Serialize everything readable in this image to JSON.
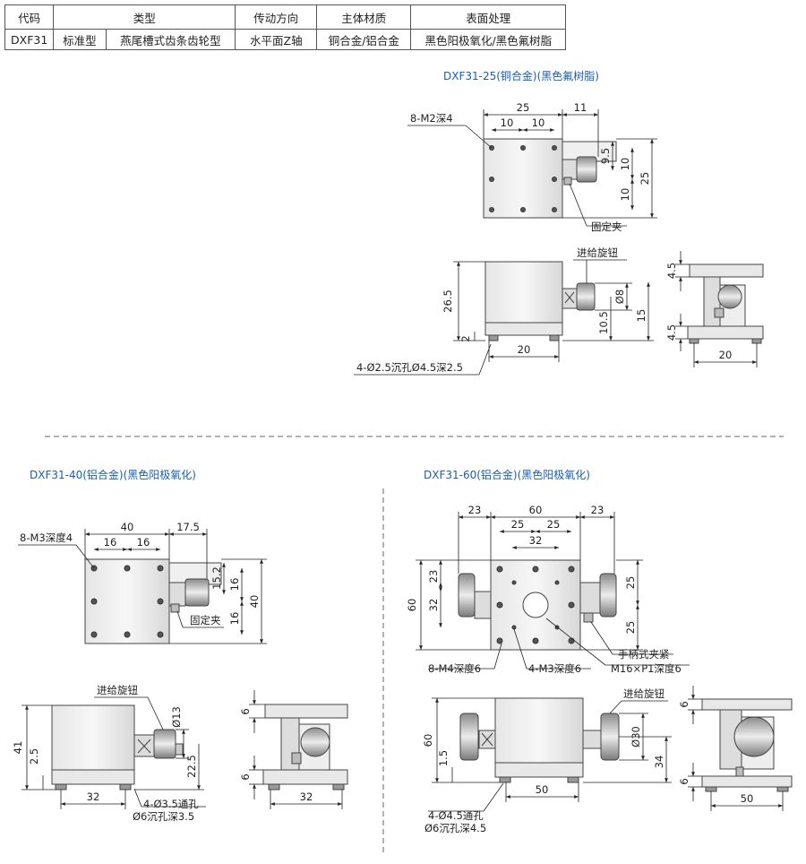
{
  "spec_table": {
    "headers": [
      "代码",
      "类型",
      "传动方向",
      "主体材质",
      "表面处理"
    ],
    "row": [
      "DXF31",
      "标准型",
      "燕尾槽式齿条齿轮型",
      "水平面Z轴",
      "铜合金/铝合金",
      "黑色阳极氧化/黑色氟树脂"
    ]
  },
  "titles": {
    "d25": "DXF31-25(铜合金)(黑色氟树脂)",
    "d40": "DXF31-40(铝合金)(黑色阳极氧化)",
    "d60": "DXF31-60(铝合金)(黑色阳极氧化)"
  },
  "d25": {
    "dims": [
      "25",
      "10",
      "10",
      "11",
      "9.5",
      "10",
      "10",
      "25",
      "26.5",
      "Ø8",
      "10.5",
      "15",
      "2",
      "20",
      "4.5",
      "4.5",
      "20"
    ],
    "callouts": [
      "8-M2深4",
      "固定夹",
      "进给旋钮",
      "4-Ø2.5沉孔Ø4.5深2.5"
    ]
  },
  "d40": {
    "dims": [
      "40",
      "16",
      "16",
      "17.5",
      "15.2",
      "16",
      "16",
      "40",
      "Ø13",
      "41",
      "2.5",
      "22.5",
      "32",
      "6",
      "6",
      "32"
    ],
    "callouts": [
      "8-M3深度4",
      "固定夹",
      "进给旋钮",
      "4-Ø3.5通孔",
      "Ø6沉孔深3.5"
    ]
  },
  "d60": {
    "dims": [
      "23",
      "60",
      "23",
      "25",
      "25",
      "32",
      "23",
      "32",
      "60",
      "25",
      "25",
      "Ø30",
      "60",
      "1.5",
      "34",
      "50",
      "6",
      "6",
      "50"
    ],
    "callouts": [
      "手柄式夹紧",
      "8-M4深度6",
      "4-M3深度6",
      "M16×P1深度6",
      "进给旋钮",
      "4-Ø4.5通孔",
      "Ø6沉孔深4.5"
    ]
  }
}
